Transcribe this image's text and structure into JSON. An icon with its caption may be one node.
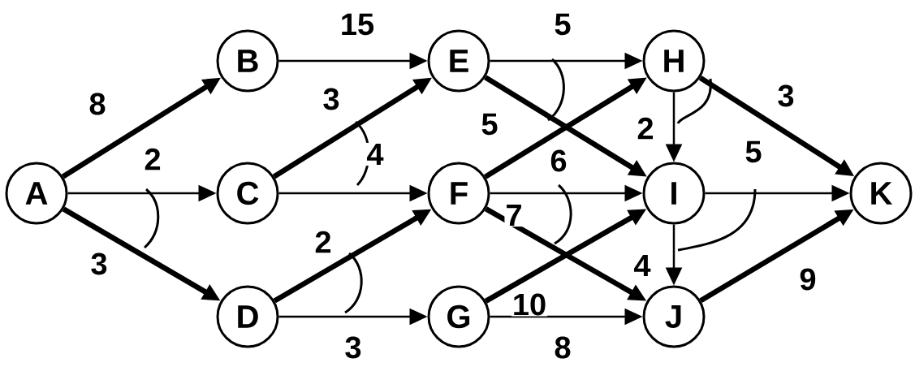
{
  "diagram": {
    "nodes": [
      {
        "text": [
          "A"
        ]
      },
      {
        "text": [
          "B"
        ]
      },
      {
        "text": [
          "C"
        ]
      },
      {
        "text": [
          "D"
        ]
      },
      {
        "text": [
          "E"
        ]
      },
      {
        "text": [
          "F"
        ]
      },
      {
        "text": [
          "G"
        ]
      },
      {
        "text": [
          "H"
        ]
      },
      {
        "text": [
          "I"
        ]
      },
      {
        "text": [
          "J"
        ]
      },
      {
        "text": [
          "K"
        ]
      }
    ],
    "edges": [
      {
        "from": 0,
        "to": 1,
        "arrow": "to",
        "label": "8",
        "style": "thick"
      },
      {
        "from": 0,
        "to": 2,
        "arrow": "to",
        "label": "2"
      },
      {
        "from": 0,
        "to": 3,
        "arrow": "to",
        "label": "3",
        "style": "thick"
      },
      {
        "from": 1,
        "to": 4,
        "arrow": "to",
        "label": "15"
      },
      {
        "from": 2,
        "to": 4,
        "arrow": "to",
        "label": "3",
        "style": "thick"
      },
      {
        "from": 2,
        "to": 5,
        "arrow": "to",
        "label": "4"
      },
      {
        "from": 3,
        "to": 5,
        "arrow": "to",
        "label": "2",
        "style": "thick"
      },
      {
        "from": 3,
        "to": 6,
        "arrow": "to",
        "label": "3"
      },
      {
        "from": 4,
        "to": 7,
        "arrow": "to",
        "label": "5"
      },
      {
        "from": 4,
        "to": 8,
        "arrow": "to",
        "style": "thick"
      },
      {
        "from": 5,
        "to": 7,
        "arrow": "to",
        "label": "5",
        "style": "thick"
      },
      {
        "from": 5,
        "to": 8,
        "arrow": "to",
        "label": "6"
      },
      {
        "from": 5,
        "to": 9,
        "arrow": "to",
        "label": "7",
        "style": "thick"
      },
      {
        "from": 6,
        "to": 8,
        "arrow": "to",
        "label": "10",
        "style": "thick"
      },
      {
        "from": 6,
        "to": 9,
        "arrow": "to",
        "label": "8"
      },
      {
        "from": 7,
        "to": 8,
        "arrow": "to",
        "label": "2"
      },
      {
        "from": 7,
        "to": 10,
        "arrow": "to",
        "label": "3",
        "style": "thick"
      },
      {
        "from": 8,
        "to": 10,
        "arrow": "to",
        "label": "5"
      },
      {
        "from": 8,
        "to": 9,
        "arrow": "to",
        "label": "4"
      },
      {
        "from": 9,
        "to": 10,
        "arrow": "to",
        "label": "9",
        "style": "thick"
      }
    ]
  }
}
